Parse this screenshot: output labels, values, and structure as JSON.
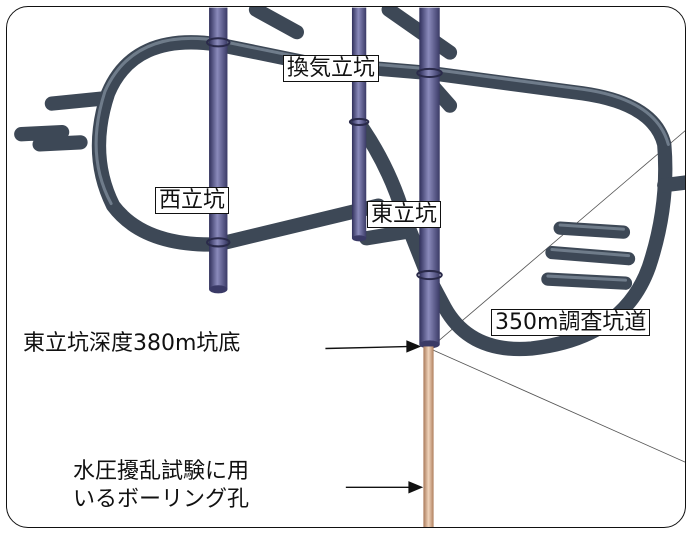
{
  "labels": {
    "ventilation_shaft": "換気立坑",
    "west_shaft": "西立坑",
    "east_shaft": "東立坑",
    "gallery_350m": "350m調査坑道",
    "east_shaft_bottom": "東立坑深度380m坑底",
    "borehole_line1": "水圧擾乱試験に用",
    "borehole_line2": "いるボーリング孔"
  },
  "colors": {
    "tunnel": "#3d4856",
    "tunnel_highlight": "#6f7d8c",
    "shaft": "#4a4a7a",
    "shaft_highlight": "#8888b8",
    "borehole": "#c89878",
    "borehole_highlight": "#e8c8b0"
  }
}
